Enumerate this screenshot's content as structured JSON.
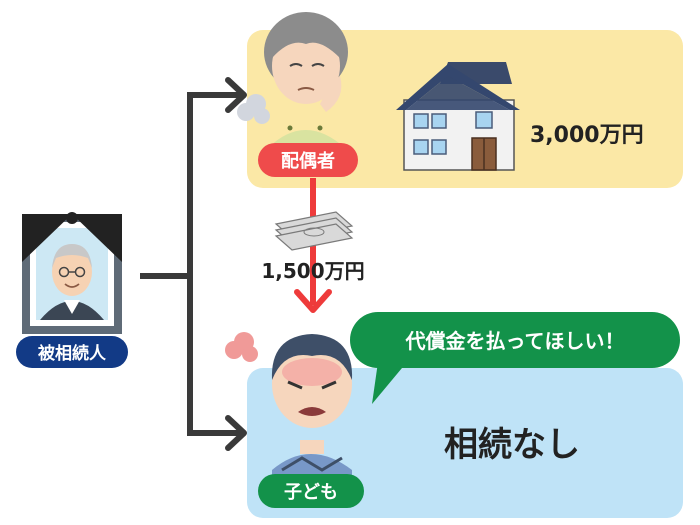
{
  "deceased": {
    "label": "被相続人"
  },
  "spouse": {
    "label": "配偶者",
    "inheritance": "3,000万円"
  },
  "payment": {
    "amount": "1,500万円"
  },
  "child": {
    "label": "子ども",
    "speech": "代償金を払ってほしい！",
    "inheritance": "相続なし"
  },
  "colors": {
    "spouse_panel": "#fbe8a6",
    "child_panel": "#bfe3f7",
    "red_badge": "#ef4b4b",
    "navy_badge": "#123a86",
    "green": "#13924a",
    "connector": "#3a3a3a",
    "arrow_red": "#ee3b3b"
  },
  "icons": [
    "memorial-portrait-icon",
    "elderly-woman-icon",
    "house-icon",
    "money-stack-icon",
    "angry-man-icon",
    "steam-puff-icon"
  ]
}
